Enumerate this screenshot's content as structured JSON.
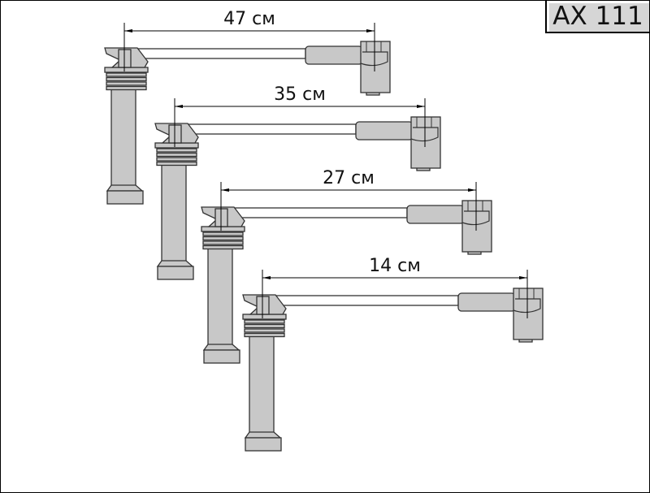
{
  "model_label": "AX 111",
  "cables": [
    {
      "name": "cable-1",
      "length_label": "47 см",
      "length_cm": 47
    },
    {
      "name": "cable-2",
      "length_label": "35 см",
      "length_cm": 35
    },
    {
      "name": "cable-3",
      "length_label": "27 см",
      "length_cm": 27
    },
    {
      "name": "cable-4",
      "length_label": "14 см",
      "length_cm": 14
    }
  ],
  "colors": {
    "part_fill": "#c8c8c8",
    "outline": "#333333",
    "background": "#ffffff"
  }
}
